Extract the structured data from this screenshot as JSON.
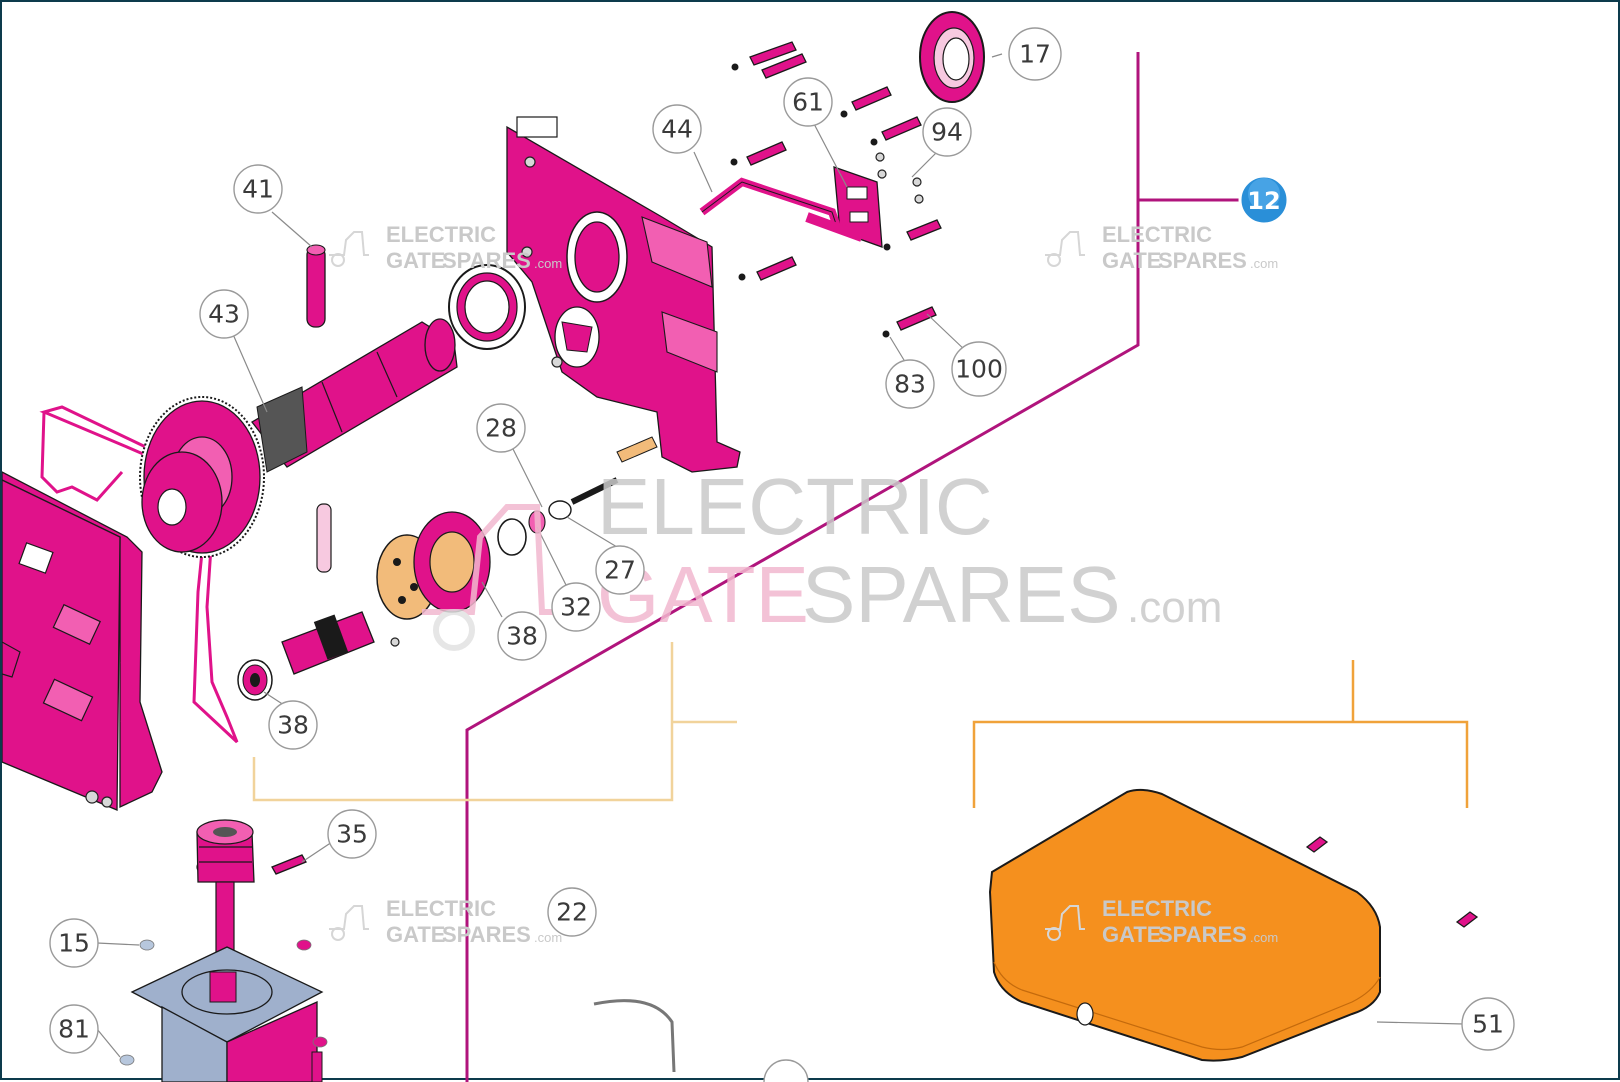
{
  "watermarks": {
    "small_line1": "ELECTRIC",
    "small_line2_a": "GATE",
    "small_line2_b": "SPARES",
    "small_suffix": ".com",
    "big_line1": "ELECTRIC",
    "big_line2_a": "GATE",
    "big_line2_b": "SPARES",
    "big_suffix": ".com"
  },
  "badge": {
    "label": "12"
  },
  "callouts": [
    "17",
    "61",
    "44",
    "94",
    "41",
    "43",
    "100",
    "83",
    "28",
    "27",
    "32",
    "38",
    "38",
    "35",
    "22",
    "15",
    "81",
    "51"
  ],
  "colors": {
    "part_magenta": "#e0128a",
    "cover_orange": "#f5901e",
    "badge_blue": "#2a8fd8",
    "group_line_purple": "#b0147c",
    "group_line_tan": "#f1d39b",
    "group_line_orange": "#f0a23a",
    "border": "#0d3b4c"
  }
}
